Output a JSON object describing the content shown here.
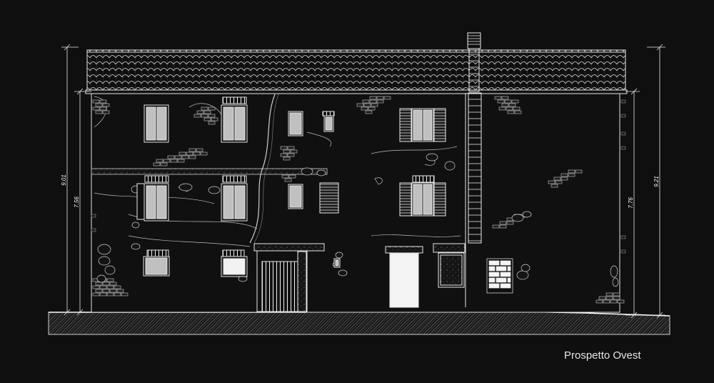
{
  "drawing": {
    "title": "Prospetto Ovest",
    "dimensions": {
      "left_outer": "9.01",
      "left_inner": "7.56",
      "right_inner": "7.76",
      "right_outer": "9.21"
    }
  },
  "colors": {
    "background": "#0f0f0f",
    "lines": "#e8e8e8",
    "ground_hatch": "#bdbdbd",
    "window_fill": "#c8c8c8",
    "text": "#ffffff"
  }
}
